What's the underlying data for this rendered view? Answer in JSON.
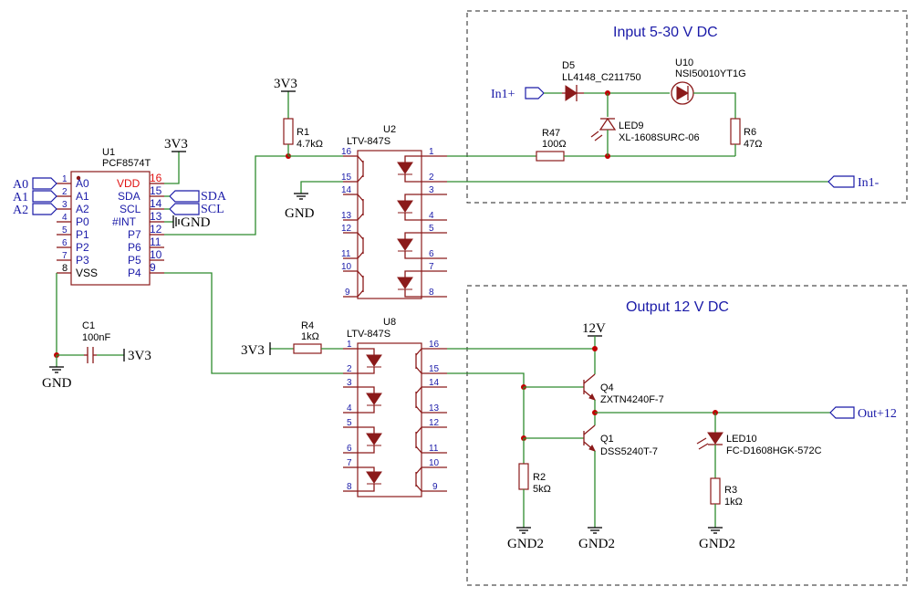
{
  "regions": {
    "input_title": "Input 5-30 V DC",
    "output_title": "Output 12 V DC"
  },
  "components": {
    "u1": {
      "ref": "U1",
      "value": "PCF8574T"
    },
    "u2": {
      "ref": "U2",
      "value": "LTV-847S"
    },
    "u8": {
      "ref": "U8",
      "value": "LTV-847S"
    },
    "u10": {
      "ref": "U10",
      "value": "NSI50010YT1G"
    },
    "d5": {
      "ref": "D5",
      "value": "LL4148_C211750"
    },
    "led9": {
      "ref": "LED9",
      "value": "XL-1608SURC-06"
    },
    "led10": {
      "ref": "LED10",
      "value": "FC-D1608HGK-572C"
    },
    "r1": {
      "ref": "R1",
      "value": "4.7kΩ"
    },
    "r47": {
      "ref": "R47",
      "value": "100Ω"
    },
    "r6": {
      "ref": "R6",
      "value": "47Ω"
    },
    "r4": {
      "ref": "R4",
      "value": "1kΩ"
    },
    "r2": {
      "ref": "R2",
      "value": "5kΩ"
    },
    "r3": {
      "ref": "R3",
      "value": "1kΩ"
    },
    "c1": {
      "ref": "C1",
      "value": "100nF"
    },
    "q4": {
      "ref": "Q4",
      "value": "ZXTN4240F-7"
    },
    "q1": {
      "ref": "Q1",
      "value": "DSS5240T-7"
    }
  },
  "u1_pins": {
    "left_names": [
      "A0",
      "A1",
      "A2",
      "P0",
      "P1",
      "P2",
      "P3",
      "VSS"
    ],
    "left_nums": [
      "1",
      "2",
      "3",
      "4",
      "5",
      "6",
      "7",
      "8"
    ],
    "right_names": [
      "VDD",
      "SDA",
      "SCL",
      "#INT",
      "P7",
      "P6",
      "P5",
      "P4"
    ],
    "right_nums": [
      "16",
      "15",
      "14",
      "13",
      "12",
      "11",
      "10",
      "9"
    ]
  },
  "u2_pins": {
    "left": [
      "16",
      "15",
      "14",
      "13",
      "12",
      "11",
      "10",
      "9"
    ],
    "right": [
      "1",
      "2",
      "3",
      "4",
      "5",
      "6",
      "7",
      "8"
    ]
  },
  "u8_pins": {
    "left": [
      "1",
      "2",
      "3",
      "4",
      "5",
      "6",
      "7",
      "8"
    ],
    "right": [
      "16",
      "15",
      "14",
      "13",
      "12",
      "11",
      "10",
      "9"
    ]
  },
  "nets": {
    "v3v3_r1": "3V3",
    "v3v3_u1": "3V3",
    "v3v3_c1": "3V3",
    "v3v3_r4": "3V3",
    "gnd_u1": "GND",
    "gnd_c1": "GND",
    "gnd_u2": "GND",
    "v12": "12V",
    "gnd2_r2": "GND2",
    "gnd2_q1": "GND2",
    "gnd2_r3": "GND2"
  },
  "ports": {
    "a0": "A0",
    "a1": "A1",
    "a2": "A2",
    "sda": "SDA",
    "scl": "SCL",
    "in1p": "In1+",
    "in1m": "In1-",
    "out12": "Out+12"
  },
  "colors": {
    "wire": "#2e8b2e",
    "part": "#8b1a1a",
    "pin": "#1a1aa8",
    "junction": "#c00000"
  }
}
